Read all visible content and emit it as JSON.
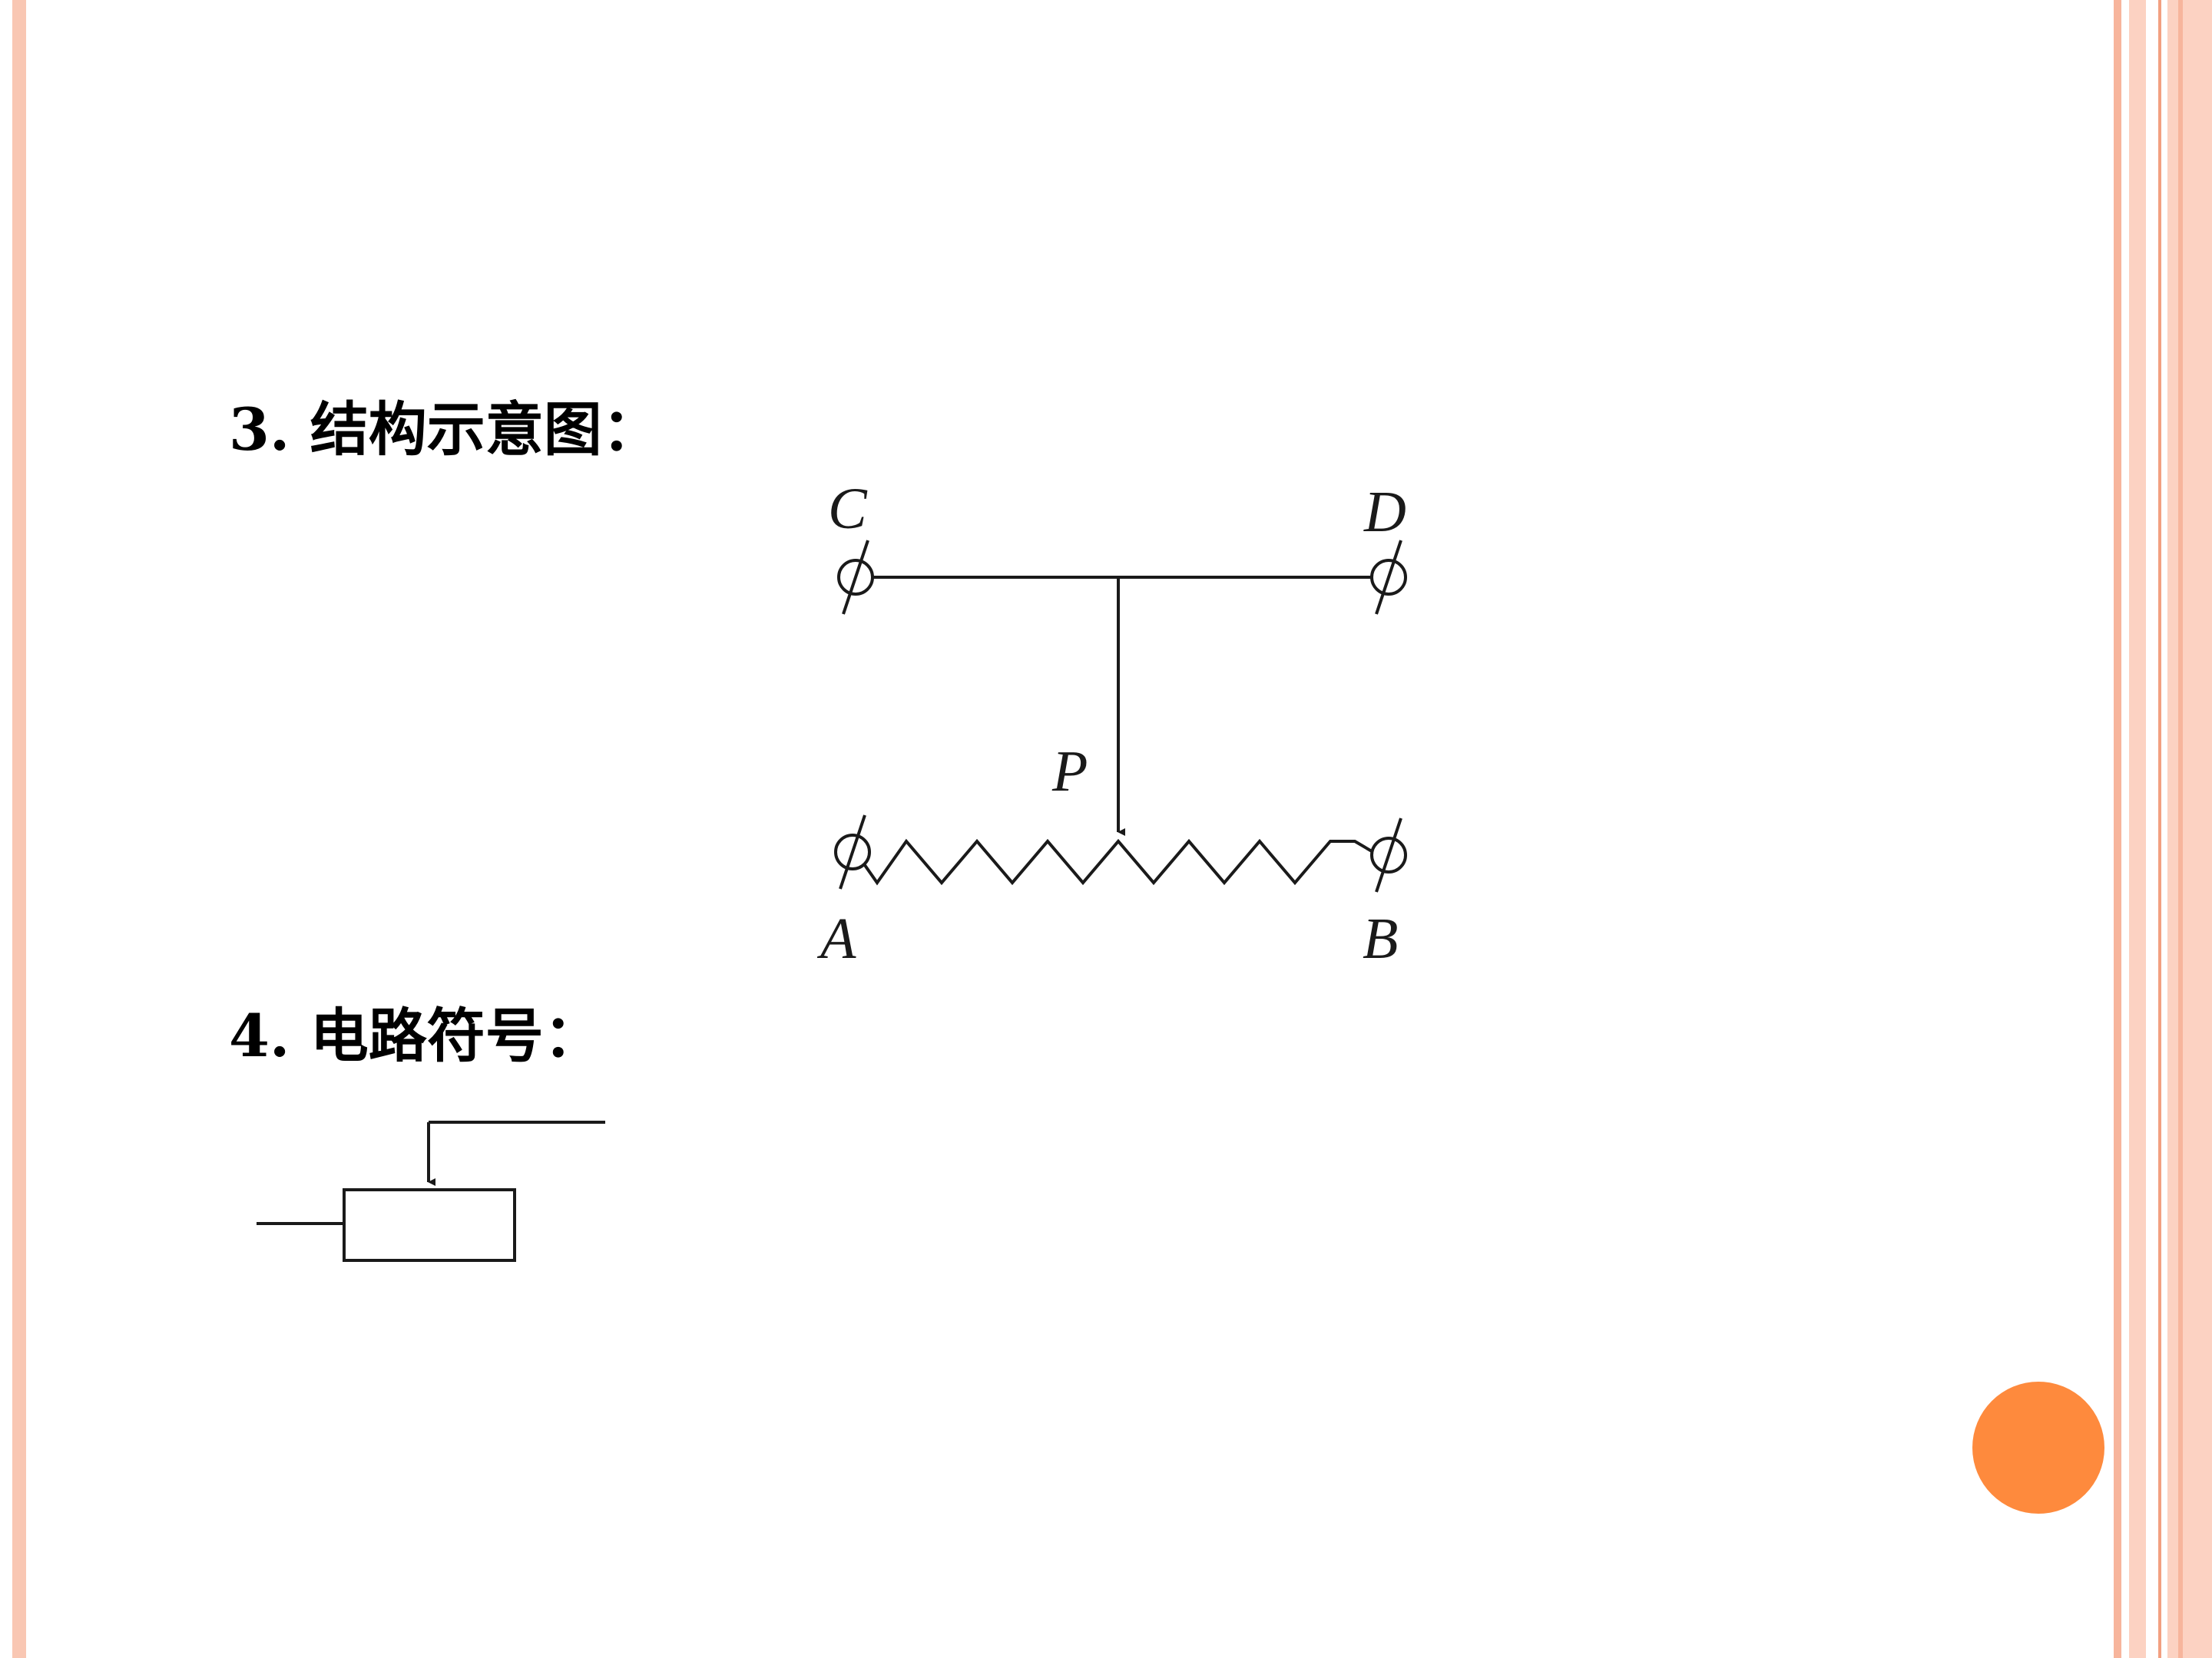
{
  "colors": {
    "frame_left": "#f9c7b3",
    "frame_right_light": "#fcd2c2",
    "frame_right_mid": "#f7b59c",
    "frame_right_line": "#f2a081",
    "page_indicator": "#fe8a3d",
    "ink": "#1a1a1a"
  },
  "section3": {
    "heading": "3. 结构示意图："
  },
  "section4": {
    "heading": "4. 电路符号："
  },
  "diagram": {
    "terminal_c": "C",
    "terminal_d": "D",
    "slider_p": "P",
    "terminal_a": "A",
    "terminal_b": "B",
    "icons": [
      "terminal-icon",
      "resistor-zigzag-icon",
      "arrow-down-icon"
    ]
  },
  "symbol": {
    "icons": [
      "rheostat-symbol-icon"
    ]
  }
}
